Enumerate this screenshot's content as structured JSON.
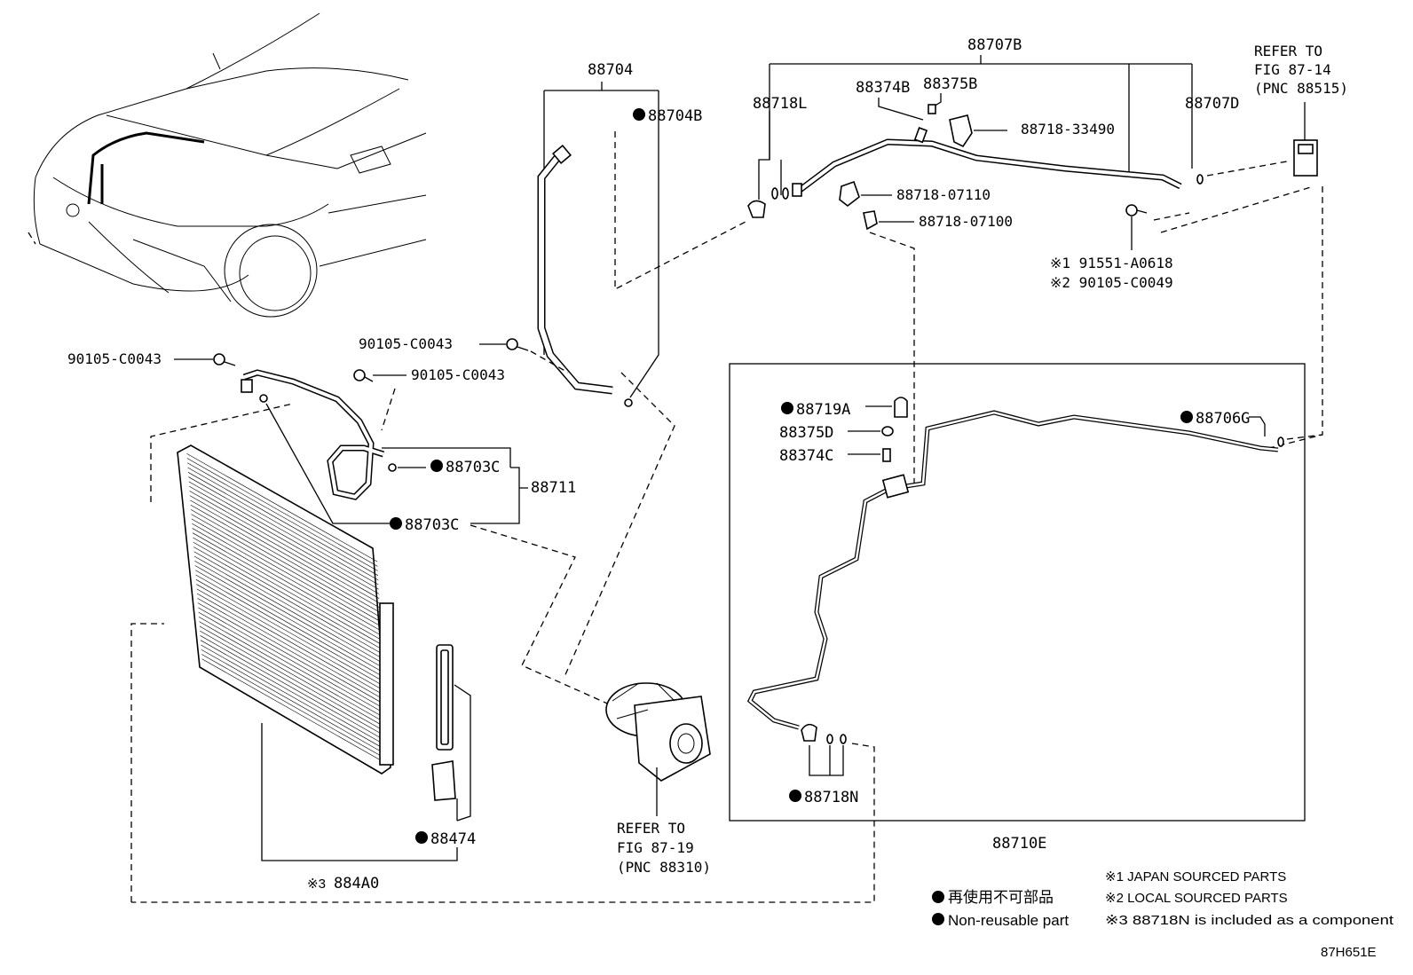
{
  "parts": {
    "p88707B": "88707B",
    "p88704": "88704",
    "p88704B": "88704B",
    "p88718L": "88718L",
    "p88374B": "88374B",
    "p88375B": "88375B",
    "p88707D": "88707D",
    "p88718_33490": "88718-33490",
    "p88718_07110": "88718-07110",
    "p88718_07100": "88718-07100",
    "p191551": "※1 91551-A0618",
    "p290105": "※2 90105-C0049",
    "p90105a": "90105-C0043",
    "p90105b": "90105-C0043",
    "p90105c": "90105-C0043",
    "p88703C_a": "88703C",
    "p88703C_b": "88703C",
    "p88711": "88711",
    "p88719A": "88719A",
    "p88375D": "88375D",
    "p88374C": "88374C",
    "p88706G": "88706G",
    "p88718N": "88718N",
    "p88710E": "88710E",
    "p88474": "88474",
    "p884A0_prefix": "※3",
    "p884A0": "884A0"
  },
  "refs": {
    "top_right": [
      "REFER TO",
      "FIG 87-14",
      "(PNC 88515)"
    ],
    "compressor": [
      "REFER TO",
      "FIG 87-19",
      "(PNC 88310)"
    ]
  },
  "legend": {
    "jp": "再使用不可部品",
    "en": "Non-reusable part"
  },
  "notes": {
    "n1": "※1 JAPAN SOURCED PARTS",
    "n2": "※2 LOCAL SOURCED PARTS",
    "n3": "※3 88718N is included as a component"
  },
  "figure_code": "87H651E"
}
